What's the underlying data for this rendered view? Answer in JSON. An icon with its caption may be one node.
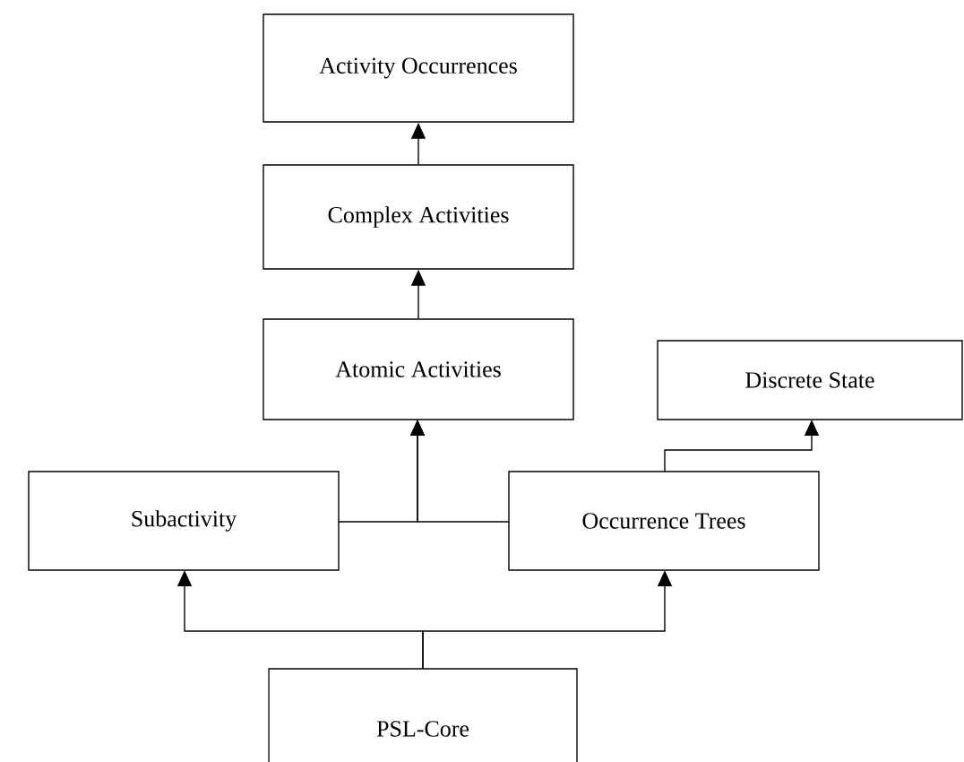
{
  "diagram": {
    "nodes": [
      {
        "text": [
          "Activity Occurrences"
        ]
      },
      {
        "text": [
          "Complex Activities"
        ]
      },
      {
        "text": [
          "Atomic Activities"
        ]
      },
      {
        "text": [
          "Discrete State"
        ]
      },
      {
        "text": [
          "Subactivity"
        ]
      },
      {
        "text": [
          "Occurrence Trees"
        ]
      },
      {
        "text": [
          "PSL-Core"
        ]
      }
    ],
    "edges": [
      {
        "from": 1,
        "to": 0,
        "arrow": "to"
      },
      {
        "from": 2,
        "to": 1,
        "arrow": "to"
      },
      {
        "from": 4,
        "to": 2,
        "arrow": "to"
      },
      {
        "from": 5,
        "to": 2,
        "arrow": "to"
      },
      {
        "from": 5,
        "to": 3,
        "arrow": "to"
      },
      {
        "from": 6,
        "to": 4,
        "arrow": "to"
      },
      {
        "from": 6,
        "to": 5,
        "arrow": "to"
      }
    ]
  }
}
